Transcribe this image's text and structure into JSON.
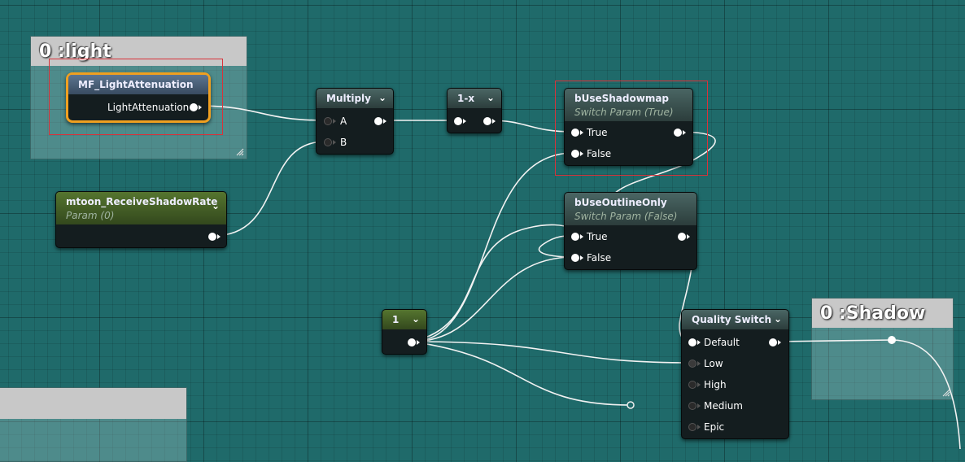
{
  "comments": {
    "light": {
      "title": "0 :light"
    },
    "shadow": {
      "title": "0 :Shadow"
    },
    "bottom_left": {
      "title": ""
    }
  },
  "nodes": {
    "mf_light_attenuation": {
      "title": "MF_LightAttenuation",
      "output": "LightAttenuation"
    },
    "multiply": {
      "title": "Multiply",
      "inputs": [
        "A",
        "B"
      ]
    },
    "one_minus_x": {
      "title": "1-x"
    },
    "use_shadowmap": {
      "title": "bUseShadowmap",
      "subtitle": "Switch Param (True)",
      "inputs": [
        "True",
        "False"
      ]
    },
    "receive_shadow_rate": {
      "title": "mtoon_ReceiveShadowRate",
      "subtitle": "Param (0)"
    },
    "use_outline_only": {
      "title": "bUseOutlineOnly",
      "subtitle": "Switch Param (False)",
      "inputs": [
        "True",
        "False"
      ]
    },
    "constant_one": {
      "title": "1"
    },
    "quality_switch": {
      "title": "Quality Switch",
      "inputs": [
        "Default",
        "Low",
        "High",
        "Medium",
        "Epic"
      ]
    }
  },
  "icons": {
    "collapse": "chevron-down-icon",
    "resize": "resize-grip-icon"
  },
  "colors": {
    "background": "#1f6a6a",
    "selection": "#d9323a",
    "focus_outline": "#f0a020"
  }
}
